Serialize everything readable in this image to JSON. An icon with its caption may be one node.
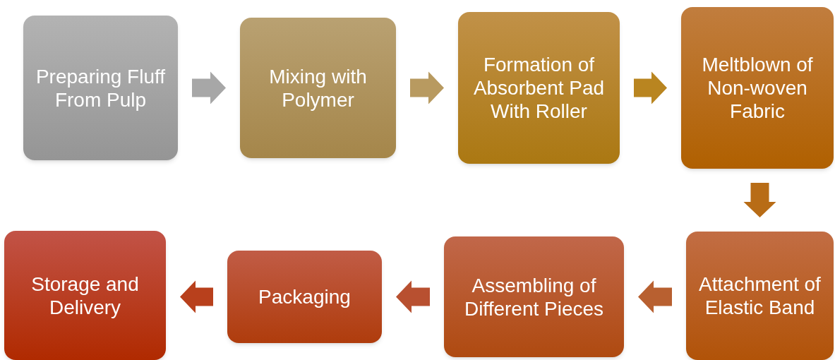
{
  "diagram": {
    "nodes": [
      {
        "text": [
          "Preparing Fluff From Pulp"
        ]
      },
      {
        "text": [
          "Mixing with Polymer"
        ]
      },
      {
        "text": [
          "Formation of Absorbent Pad With Roller"
        ]
      },
      {
        "text": [
          "Meltblown of Non-woven Fabric"
        ]
      },
      {
        "text": [
          "Attachment of Elastic Band"
        ]
      },
      {
        "text": [
          "Assembling of Different Pieces"
        ]
      },
      {
        "text": [
          "Packaging"
        ]
      },
      {
        "text": [
          "Storage and Delivery"
        ]
      }
    ],
    "edges": [
      {
        "from": 0,
        "to": 1,
        "arrow": "to"
      },
      {
        "from": 1,
        "to": 2,
        "arrow": "to"
      },
      {
        "from": 2,
        "to": 3,
        "arrow": "to"
      },
      {
        "from": 3,
        "to": 4,
        "arrow": "to"
      },
      {
        "from": 4,
        "to": 5,
        "arrow": "to"
      },
      {
        "from": 5,
        "to": 6,
        "arrow": "to"
      },
      {
        "from": 6,
        "to": 7,
        "arrow": "to"
      }
    ]
  }
}
